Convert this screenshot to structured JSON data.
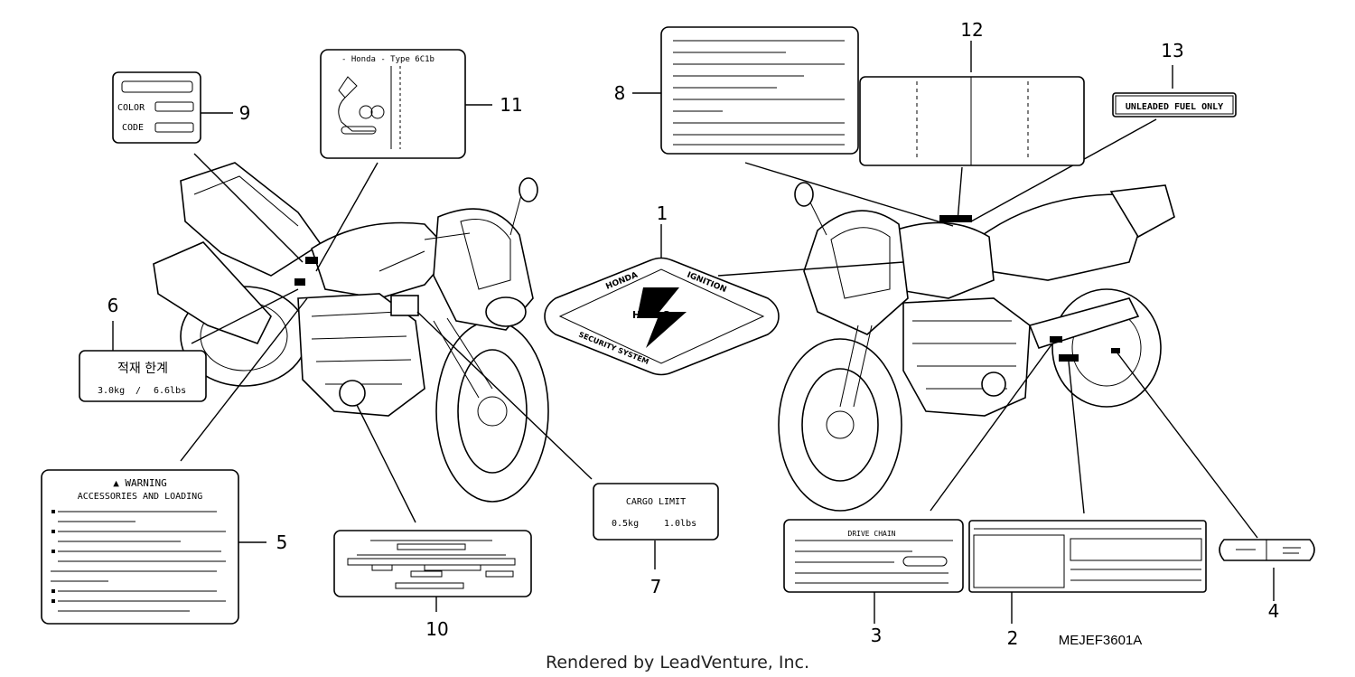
{
  "diagram_code": "MEJEF3601A",
  "footer": "Rendered by LeadVenture, Inc.",
  "callouts": {
    "c1": "1",
    "c2": "2",
    "c3": "3",
    "c4": "4",
    "c5": "5",
    "c6": "6",
    "c7": "7",
    "c8": "8",
    "c9": "9",
    "c10": "10",
    "c11": "11",
    "c12": "12",
    "c13": "13"
  },
  "labels": {
    "unleaded": "UNLEADED FUEL ONLY",
    "warning_title": "▲ WARNING",
    "warning_subtitle": "ACCESSORIES AND LOADING",
    "cargo_title": "CARGO LIMIT",
    "cargo_kg": "0.5kg",
    "cargo_lbs": "1.0lbs",
    "korean_title": "적재 한계",
    "korean_kg": "3.0kg",
    "korean_sep": "/",
    "korean_lbs": "6.6lbs",
    "color_label": "COLOR",
    "code_label": "CODE",
    "drive_chain": "DRIVE CHAIN",
    "tire_header": "- Honda - Type 6C1b",
    "emblem_honda": "HONDA",
    "emblem_ignition": "IGNITION",
    "emblem_his": "H·I·S·S",
    "emblem_security": "SECURITY SYSTEM"
  }
}
